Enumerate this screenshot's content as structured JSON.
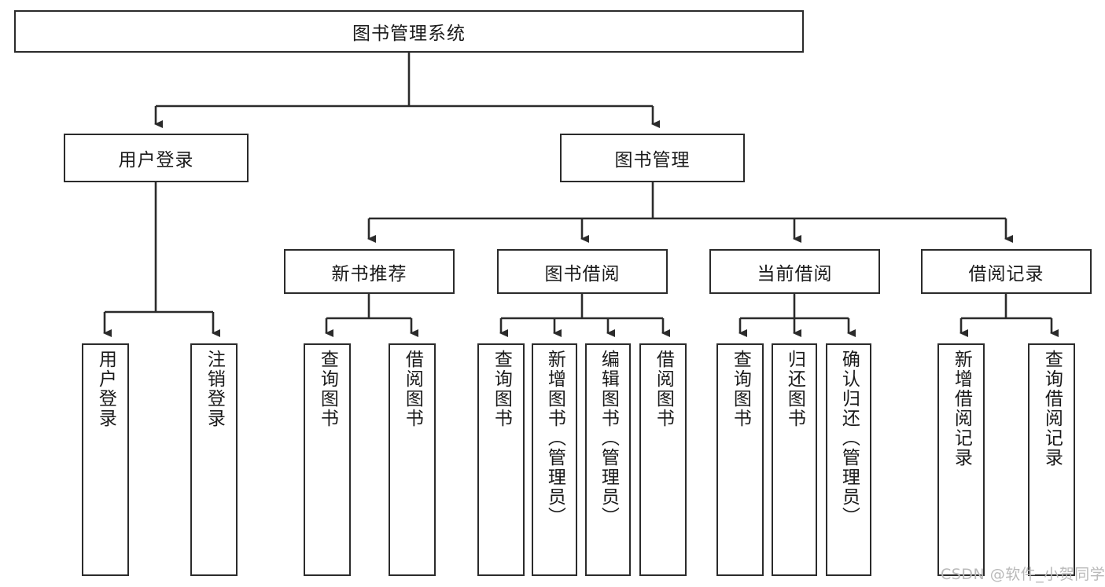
{
  "diagram": {
    "title": "图书管理系统",
    "watermark": "CSDN @软件_小贺同学",
    "colors": {
      "box_border": "#2b2b2b",
      "box_fill": "#ffffff",
      "connector": "#2b2b2b",
      "text": "#1a1a1a",
      "watermark": "#b9b9b9",
      "background": "#ffffff"
    },
    "root": {
      "label": "图书管理系统"
    },
    "level2": [
      {
        "label": "用户登录"
      },
      {
        "label": "图书管理"
      }
    ],
    "level3": [
      {
        "label": "新书推荐"
      },
      {
        "label": "图书借阅"
      },
      {
        "label": "当前借阅"
      },
      {
        "label": "借阅记录"
      }
    ],
    "leaves": {
      "user_login": [
        {
          "label": "用户登录"
        },
        {
          "label": "注销登录"
        }
      ],
      "new_book_recommend": [
        {
          "label": "查询图书"
        },
        {
          "label": "借阅图书"
        }
      ],
      "book_borrow": [
        {
          "label": "查询图书"
        },
        {
          "label": "新增图书（管理员）"
        },
        {
          "label": "编辑图书（管理员）"
        },
        {
          "label": "借阅图书"
        }
      ],
      "current_borrow": [
        {
          "label": "查询图书"
        },
        {
          "label": "归还图书"
        },
        {
          "label": "确认归还（管理员）"
        }
      ],
      "borrow_record": [
        {
          "label": "新增借阅记录"
        },
        {
          "label": "查询借阅记录"
        }
      ]
    }
  }
}
